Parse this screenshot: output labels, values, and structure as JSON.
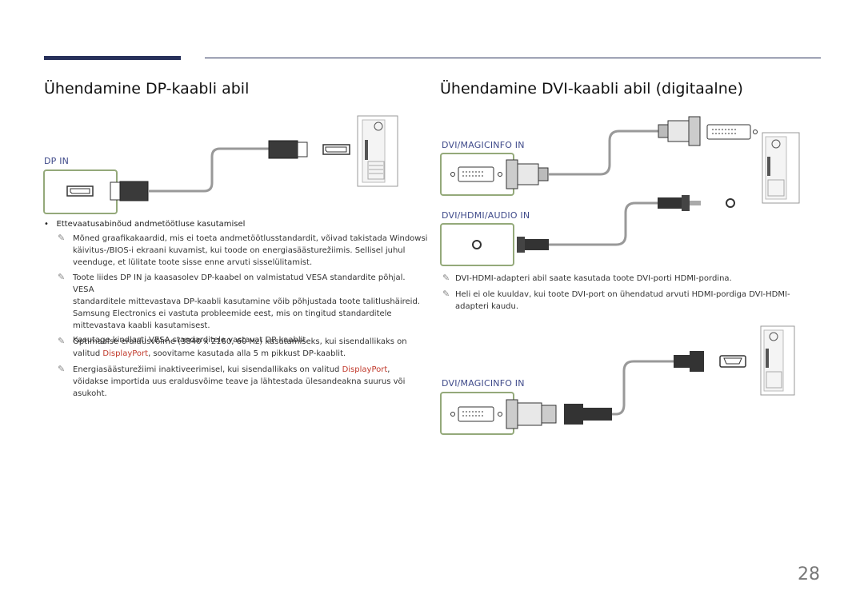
{
  "page": {
    "number": "28"
  },
  "left": {
    "title": "Ühendamine DP-kaabli abil",
    "port_label": "DP IN",
    "bullet": "Ettevaatusabinõud andmetöötluse kasutamisel",
    "notes": [
      [
        "Mõned graafikakaardid, mis ei toeta andmetöötlusstandardit, võivad takistada Windowsi",
        "käivitus-/BIOS-i ekraani kuvamist, kui toode on energiasäästurežiimis. Sellisel juhul",
        "veenduge, et lülitate toote sisse enne arvuti sisselülitamist."
      ],
      [
        "Toote liides DP IN ja kaasasolev DP-kaabel on valmistatud VESA standardite põhjal. VESA",
        "standarditele mittevastava DP-kaabli kasutamine võib põhjustada toote talitlushäireid.",
        "Samsung Electronics ei vastuta probleemide eest, mis on tingitud standarditele",
        "mittevastava kaabli kasutamisest.",
        "Kasutage kindlasti VESA standarditele vastavat DP-kaablit."
      ]
    ],
    "note3": {
      "line1": "Optimaalse eraldusvõime (3840 x 2160, 60 Hz) kasutamiseks, kui sisendallikaks on",
      "line2_pre": "valitud ",
      "line2_hl": "DisplayPort",
      "line2_post": ", soovitame kasutada alla 5 m pikkust DP-kaablit."
    },
    "note4": {
      "line1_pre": "Energiasäästurežiimi inaktiveerimisel, kui sisendallikaks on valitud ",
      "line1_hl": "DisplayPort",
      "line1_post": ",",
      "line2": "võidakse importida uus eraldusvõime teave ja lähtestada ülesandeakna suurus või",
      "line3": "asukoht."
    }
  },
  "right": {
    "title": "Ühendamine DVI-kaabli abil (digitaalne)",
    "port_label_1": "DVI/MAGICINFO IN",
    "port_label_2": "DVI/HDMI/AUDIO IN",
    "port_label_3": "DVI/MAGICINFO IN",
    "notes": [
      [
        "DVI-HDMI-adapteri abil saate kasutada toote DVI-porti HDMI-pordina."
      ],
      [
        "Heli ei ole kuuldav, kui toote DVI-port on ühendatud arvuti HDMI-pordiga DVI-HDMI-",
        "adapteri kaudu."
      ]
    ]
  },
  "colors": {
    "accent_bar": "#27305a",
    "port_label": "#3f4a8a",
    "port_border": "#94a97a",
    "highlight": "#c0392b"
  },
  "icons": {
    "note": "pencil-note-icon"
  }
}
